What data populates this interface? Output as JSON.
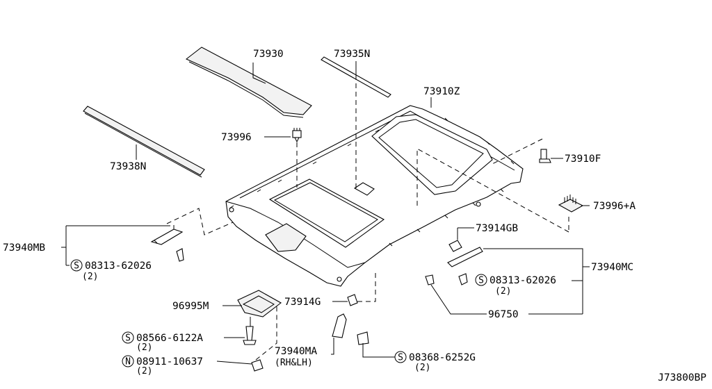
{
  "diagram_id": "J73800BP",
  "parts": {
    "p73930": "73930",
    "p73935N": "73935N",
    "p73910Z": "73910Z",
    "p73996": "73996",
    "p73938N": "73938N",
    "p73910F": "73910F",
    "p73996A": "73996+A",
    "p73914GB": "73914GB",
    "p73940MB": "73940MB",
    "p73940MC": "73940MC",
    "p96995M": "96995M",
    "p73914G": "73914G",
    "p96750": "96750",
    "p73940MA": "73940MA",
    "p73940MA_side": "(RH&LH)"
  },
  "fasteners": {
    "f1": {
      "prefix": "S",
      "number": "08313-62026",
      "qty": "(2)"
    },
    "f2": {
      "prefix": "S",
      "number": "08313-62026",
      "qty": "(2)"
    },
    "f3": {
      "prefix": "S",
      "number": "08566-6122A",
      "qty": "(2)"
    },
    "f4": {
      "prefix": "N",
      "number": "08911-10637",
      "qty": "(2)"
    },
    "f5": {
      "prefix": "S",
      "number": "08368-6252G",
      "qty": "(2)"
    }
  }
}
